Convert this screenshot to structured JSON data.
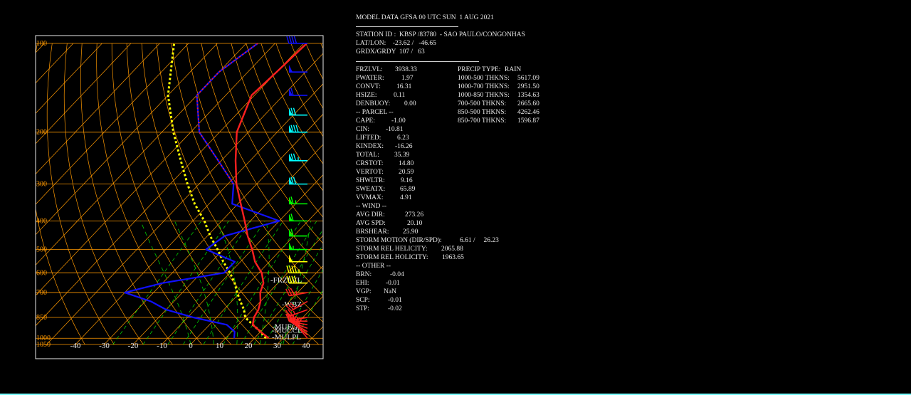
{
  "header": {
    "title": "MODEL DATA GFSA 00 UTC SUN  1 AUG 2021",
    "station": "STATION ID :  KBSP /83780  - SAO PAULO/CONGONHAS",
    "latlon": "LAT/LON:    -23.62 /   -46.65",
    "grid": "GRDX/GRDY  107 /   63"
  },
  "indices_left": [
    {
      "label": "FRZLVL:",
      "value": "3938.33",
      "vx": 55
    },
    {
      "label": "PWATER:",
      "value": "1.97",
      "vx": 64
    },
    {
      "label": "CONVT:",
      "value": "16.31",
      "vx": 57
    },
    {
      "label": "HSIZE:",
      "value": "0.11",
      "vx": 53
    },
    {
      "label": "DENBUOY:",
      "value": "0.00",
      "vx": 68
    },
    {
      "label": "-- PARCEL --",
      "value": "",
      "vx": 0
    },
    {
      "label": "CAPE:",
      "value": "-1.00",
      "vx": 50
    },
    {
      "label": "CIN:",
      "value": "-10.81",
      "vx": 42
    },
    {
      "label": "LIFTED:",
      "value": "6.23",
      "vx": 58
    },
    {
      "label": "KINDEX:",
      "value": "-16.26",
      "vx": 55
    },
    {
      "label": "TOTAL:",
      "value": "35.39",
      "vx": 54
    },
    {
      "label": "CRSTOT:",
      "value": "14.80",
      "vx": 60
    },
    {
      "label": "VERTOT:",
      "value": "20.59",
      "vx": 60
    },
    {
      "label": "SHWLTR:",
      "value": "9.16",
      "vx": 63
    },
    {
      "label": "SWEATX:",
      "value": "65.89",
      "vx": 62
    },
    {
      "label": "VVMAX:",
      "value": "4.91",
      "vx": 62
    },
    {
      "label": "-- WIND --",
      "value": "",
      "vx": 0
    },
    {
      "label": "AVG DIR:",
      "value": "273.26",
      "vx": 69
    },
    {
      "label": "AVG SPD:",
      "value": "20.10",
      "vx": 72
    },
    {
      "label": "BRSHEAR:",
      "value": "25.90",
      "vx": 66
    },
    {
      "label": "STORM MOTION (DIR/SPD):",
      "value": "6.61 /     26.23",
      "vx": 146
    },
    {
      "label": "STORM REL HELICITY:",
      "value": "2065.88",
      "vx": 120
    },
    {
      "label": "STORM REL HOLICITY:",
      "value": "1963.65",
      "vx": 121
    },
    {
      "label": "-- OTHER --",
      "value": "",
      "vx": 0
    },
    {
      "label": "BRN:",
      "value": "-0.04",
      "vx": 48
    },
    {
      "label": "EHI:",
      "value": "-0.01",
      "vx": 42
    },
    {
      "label": "VGP:",
      "value": "NaN",
      "vx": 39
    },
    {
      "label": "SCP:",
      "value": "-0.01",
      "vx": 45
    },
    {
      "label": "STP:",
      "value": "-0.02",
      "vx": 45
    }
  ],
  "indices_right": [
    {
      "label": "PRECIP TYPE:",
      "value": "RAIN"
    },
    {
      "label": "1000-500 THKNS:",
      "value": "5617.09"
    },
    {
      "label": "1000-700 THKNS:",
      "value": "2951.50"
    },
    {
      "label": "1000-850 THKNS:",
      "value": "1354.63"
    },
    {
      "label": "700-500 THKNS:",
      "value": "2665.60"
    },
    {
      "label": "850-500 THKNS:",
      "value": "4262.46"
    },
    {
      "label": "850-700 THKNS:",
      "value": "1596.87"
    }
  ],
  "chart_data": {
    "type": "line",
    "title": "",
    "xlabel": "",
    "ylabel": "",
    "x_ticks": [
      -40,
      -30,
      -20,
      -10,
      0,
      10,
      20,
      30,
      40
    ],
    "y_ticks_hpa": [
      100,
      200,
      300,
      400,
      500,
      600,
      700,
      850,
      1000,
      1050
    ],
    "xlim": [
      -50,
      50
    ],
    "ylim_hpa": [
      1050,
      100
    ],
    "levels": [
      {
        "label": "-FRZLVL",
        "p": 633
      },
      {
        "label": "-WBZ",
        "p": 765
      },
      {
        "label": "-MUEQL",
        "p": 912
      },
      {
        "label": "-MUCCL",
        "p": 938
      },
      {
        "label": "-MULPL",
        "p": 988
      }
    ],
    "colors": {
      "temperature": "#ff2020",
      "dewpoint": "#1010ff",
      "parcel": "#ffff00",
      "isotherm": "#ff9900",
      "mixing_ratio": "#00cc00",
      "frame": "#e8e8e8",
      "winds_low": "#ff2020",
      "winds_mid": "#ffff00",
      "winds_upper": "#00ff00",
      "winds_high": "#00ffff",
      "winds_top": "#1010ff"
    },
    "temperature": [
      [
        1000,
        25
      ],
      [
        950,
        20
      ],
      [
        900,
        15
      ],
      [
        850,
        13
      ],
      [
        800,
        12
      ],
      [
        750,
        10
      ],
      [
        700,
        7
      ],
      [
        650,
        5
      ],
      [
        600,
        1
      ],
      [
        550,
        -5
      ],
      [
        500,
        -10
      ],
      [
        450,
        -16
      ],
      [
        400,
        -22
      ],
      [
        350,
        -29
      ],
      [
        300,
        -37
      ],
      [
        250,
        -45
      ],
      [
        200,
        -54
      ],
      [
        150,
        -61
      ],
      [
        125,
        -60
      ],
      [
        100,
        -59
      ]
    ],
    "dewpoint": [
      [
        1000,
        13
      ],
      [
        950,
        11
      ],
      [
        900,
        6
      ],
      [
        850,
        -8
      ],
      [
        800,
        -20
      ],
      [
        750,
        -28
      ],
      [
        700,
        -40
      ],
      [
        650,
        -30
      ],
      [
        600,
        -12
      ],
      [
        550,
        -12
      ],
      [
        500,
        -26
      ],
      [
        450,
        -24
      ],
      [
        400,
        -10
      ],
      [
        350,
        -32
      ],
      [
        300,
        -38
      ],
      [
        250,
        -51
      ],
      [
        200,
        -67
      ],
      [
        150,
        -80
      ],
      [
        125,
        -80
      ],
      [
        100,
        -76
      ]
    ],
    "parcel": [
      [
        1000,
        24
      ],
      [
        950,
        20
      ],
      [
        900,
        15
      ],
      [
        850,
        10
      ],
      [
        800,
        7
      ],
      [
        750,
        3
      ],
      [
        700,
        -1
      ],
      [
        650,
        -5
      ],
      [
        600,
        -10
      ],
      [
        550,
        -16
      ],
      [
        500,
        -22
      ],
      [
        450,
        -29
      ],
      [
        400,
        -36
      ],
      [
        350,
        -45
      ],
      [
        300,
        -54
      ],
      [
        250,
        -64
      ],
      [
        200,
        -76
      ],
      [
        150,
        -90
      ],
      [
        100,
        -105
      ]
    ],
    "wind_barbs": [
      {
        "p": 1000,
        "dir": 320,
        "spd": 20
      },
      {
        "p": 975,
        "dir": 310,
        "spd": 25
      },
      {
        "p": 950,
        "dir": 300,
        "spd": 30
      },
      {
        "p": 925,
        "dir": 290,
        "spd": 35
      },
      {
        "p": 900,
        "dir": 280,
        "spd": 30
      },
      {
        "p": 875,
        "dir": 270,
        "spd": 25
      },
      {
        "p": 850,
        "dir": 260,
        "spd": 20
      },
      {
        "p": 800,
        "dir": 250,
        "spd": 25
      },
      {
        "p": 750,
        "dir": 240,
        "spd": 30
      },
      {
        "p": 700,
        "dir": 260,
        "spd": 35
      },
      {
        "p": 650,
        "dir": 270,
        "spd": 40
      },
      {
        "p": 600,
        "dir": 270,
        "spd": 45
      },
      {
        "p": 550,
        "dir": 270,
        "spd": 50
      },
      {
        "p": 500,
        "dir": 270,
        "spd": 55
      },
      {
        "p": 450,
        "dir": 270,
        "spd": 60
      },
      {
        "p": 400,
        "dir": 270,
        "spd": 60
      },
      {
        "p": 350,
        "dir": 270,
        "spd": 65
      },
      {
        "p": 300,
        "dir": 270,
        "spd": 70
      },
      {
        "p": 250,
        "dir": 270,
        "spd": 75
      },
      {
        "p": 200,
        "dir": 270,
        "spd": 80
      },
      {
        "p": 175,
        "dir": 270,
        "spd": 70
      },
      {
        "p": 150,
        "dir": 270,
        "spd": 60
      },
      {
        "p": 125,
        "dir": 270,
        "spd": 50
      },
      {
        "p": 100,
        "dir": 270,
        "spd": 40
      }
    ]
  }
}
